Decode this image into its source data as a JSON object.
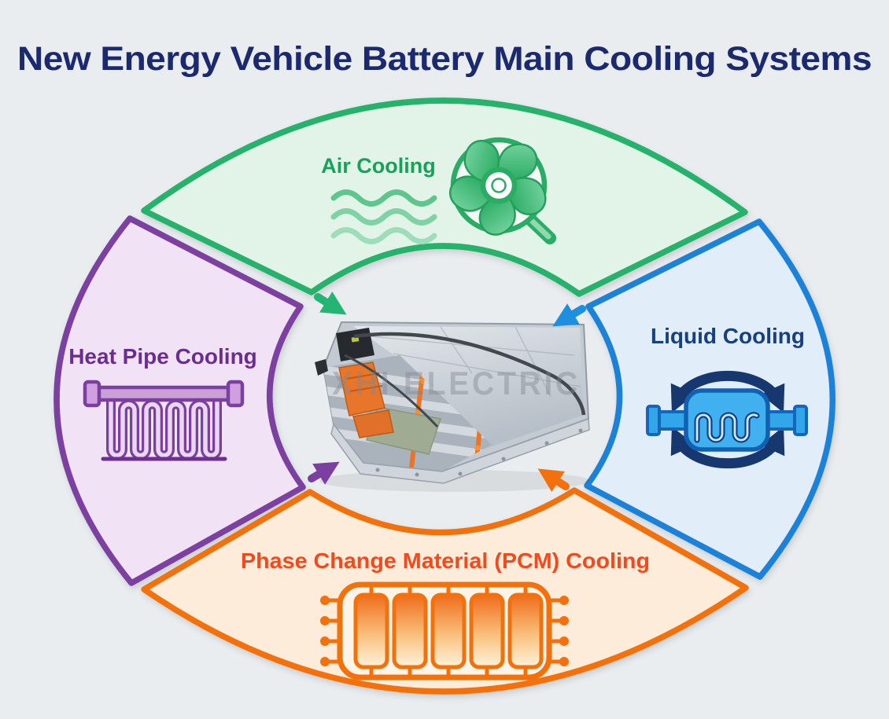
{
  "title": {
    "text": "New Energy Vehicle Battery Main Cooling Systems",
    "color": "#1b2a6e"
  },
  "background_color": "#e9edf0",
  "center": {
    "watermark": "XHI ELECTRIC",
    "image_alt": "EV battery pack photo",
    "arrows": [
      {
        "from": "air-cooling",
        "direction": "down-right",
        "color": "#22b573"
      },
      {
        "from": "liquid-cooling",
        "direction": "down-left",
        "color": "#1e8fe0"
      },
      {
        "from": "heat-pipe-cooling",
        "direction": "up-right",
        "color": "#7b3fa0"
      },
      {
        "from": "pcm-cooling",
        "direction": "up-left",
        "color": "#f2710c"
      }
    ]
  },
  "segments": [
    {
      "id": "air-cooling",
      "label": "Air Cooling",
      "position": "top",
      "fill_color": "#e2f4e8",
      "border_color": "#27b26b",
      "label_color": "#18a259",
      "icon": "fan-icon",
      "icon_secondary": "wind-waves-icon"
    },
    {
      "id": "heat-pipe-cooling",
      "label": "Heat Pipe Cooling",
      "position": "left",
      "fill_color": "#f1e3f5",
      "border_color": "#7b3fa0",
      "label_color": "#6b2d91",
      "icon": "heat-pipe-icon"
    },
    {
      "id": "liquid-cooling",
      "label": "Liquid Cooling",
      "position": "right",
      "fill_color": "#e2edfa",
      "border_color": "#1f82d8",
      "label_color": "#16407f",
      "icon": "heat-exchanger-circulation-icon"
    },
    {
      "id": "pcm-cooling",
      "label": "Phase Change Material (PCM) Cooling",
      "position": "bottom",
      "fill_color": "#fcecd9",
      "border_color": "#f2710c",
      "label_color": "#f04a1e",
      "icon": "battery-cells-icon"
    }
  ]
}
